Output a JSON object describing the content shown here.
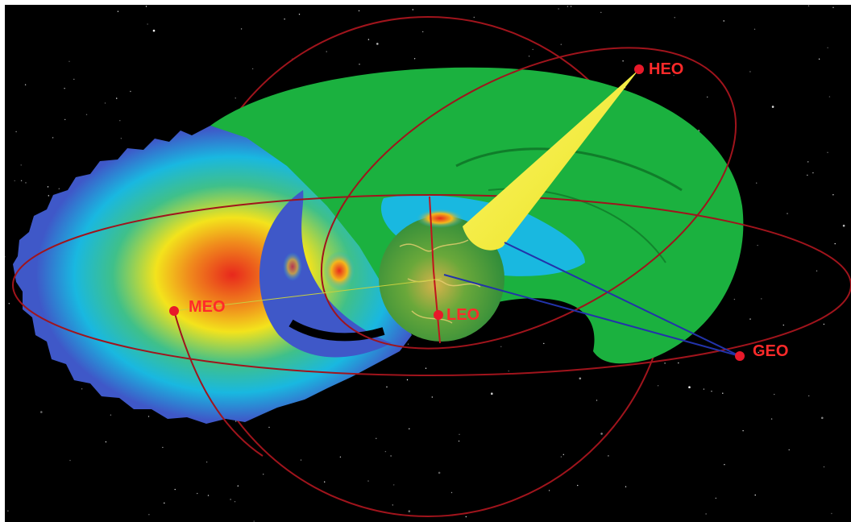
{
  "orbits": [
    {
      "id": "heo",
      "label": "HEO"
    },
    {
      "id": "meo",
      "label": "MEO"
    },
    {
      "id": "leo",
      "label": "LEO"
    },
    {
      "id": "geo",
      "label": "GEO"
    }
  ],
  "colors": {
    "space_background": "#000000",
    "orbit_line": "#a0141c",
    "satellite_marker": "#e8192a",
    "label_text": "#ff2a2a",
    "outer_zone": "#1bb13f",
    "inner_belt_edge": "#3f58c8",
    "belt_cyan": "#19b8e0",
    "belt_yellow": "#f3e31c",
    "belt_red": "#e8281c",
    "earth": "#2e9a2e",
    "beam": "#f2ee28",
    "sight_line": "#2233aa"
  },
  "icons": {
    "earth": "earth-globe-icon",
    "satellite": "satellite-dot-icon"
  }
}
